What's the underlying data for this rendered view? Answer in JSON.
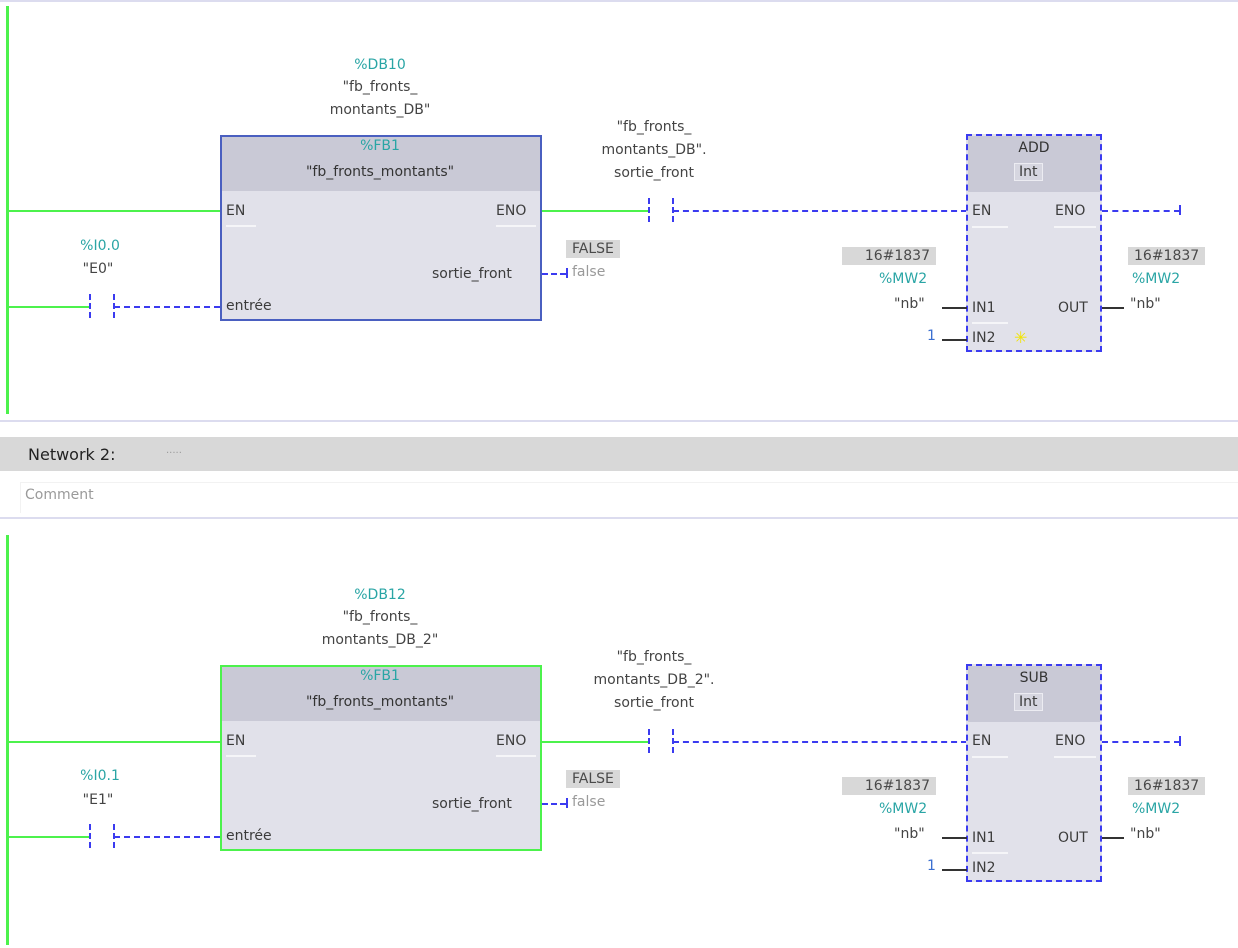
{
  "networks": [
    {
      "id": 1,
      "fb_call": {
        "instance_address": "%DB10",
        "instance_name_line1": "\"fb_fronts_",
        "instance_name_line2": "montants_DB\"",
        "fb_address": "%FB1",
        "fb_name": "\"fb_fronts_montants\"",
        "pins": {
          "en": "EN",
          "eno": "ENO",
          "out": "sortie_front",
          "in": "entrée"
        },
        "status": "active"
      },
      "input_contact": {
        "address": "%I0.0",
        "name": "\"E0\""
      },
      "out_value": {
        "monitor": "FALSE",
        "literal": "false"
      },
      "edge_contact": {
        "line1": "\"fb_fronts_",
        "line2": "montants_DB\".",
        "line3": "sortie_front"
      },
      "math_block": {
        "operation": "ADD",
        "type": "Int",
        "pins": {
          "en": "EN",
          "eno": "ENO",
          "in1": "IN1",
          "in2": "IN2",
          "out": "OUT"
        },
        "in1": {
          "monitor": "16#1837",
          "address": "%MW2",
          "name": "\"nb\""
        },
        "in2": {
          "value": "1"
        },
        "out": {
          "monitor": "16#1837",
          "address": "%MW2",
          "name": "\"nb\""
        },
        "add_input_star": true
      }
    },
    {
      "id": 2,
      "header": {
        "title": "Network 2:",
        "title_placeholder": "....."
      },
      "comment_placeholder": "Comment",
      "fb_call": {
        "instance_address": "%DB12",
        "instance_name_line1": "\"fb_fronts_",
        "instance_name_line2": "montants_DB_2\"",
        "fb_address": "%FB1",
        "fb_name": "\"fb_fronts_montants\"",
        "pins": {
          "en": "EN",
          "eno": "ENO",
          "out": "sortie_front",
          "in": "entrée"
        },
        "status": "selected"
      },
      "input_contact": {
        "address": "%I0.1",
        "name": "\"E1\""
      },
      "out_value": {
        "monitor": "FALSE",
        "literal": "false"
      },
      "edge_contact": {
        "line1": "\"fb_fronts_",
        "line2": "montants_DB_2\".",
        "line3": "sortie_front"
      },
      "math_block": {
        "operation": "SUB",
        "type": "Int",
        "pins": {
          "en": "EN",
          "eno": "ENO",
          "in1": "IN1",
          "in2": "IN2",
          "out": "OUT"
        },
        "in1": {
          "monitor": "16#1837",
          "address": "%MW2",
          "name": "\"nb\""
        },
        "in2": {
          "value": "1"
        },
        "out": {
          "monitor": "16#1837",
          "address": "%MW2",
          "name": "\"nb\""
        }
      }
    }
  ],
  "colors": {
    "power_flow": "#4cf24c",
    "no_power_flow": "#3b3bf0",
    "address_text": "#2aa5a5",
    "monitor_bg": "#d8d8d8"
  }
}
